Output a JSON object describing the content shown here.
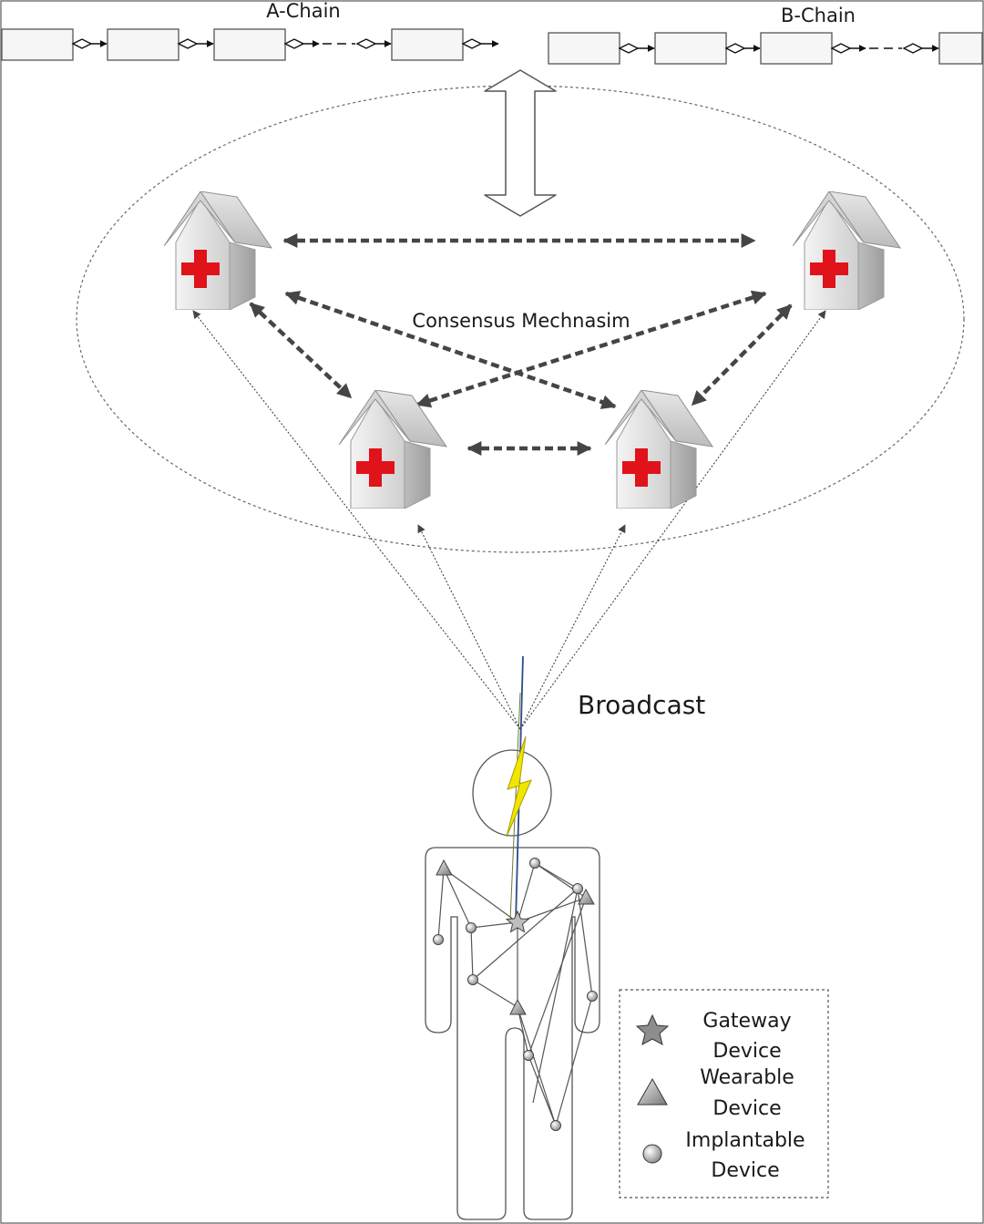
{
  "chains": {
    "a_label": "A-Chain",
    "b_label": "B-Chain"
  },
  "consensus": {
    "label": "Consensus Mechnasim"
  },
  "broadcast": {
    "label": "Broadcast"
  },
  "legend": {
    "items": [
      {
        "icon": "star-icon",
        "line1": "Gateway",
        "line2": "Device"
      },
      {
        "icon": "triangle-icon",
        "line1": "Wearable",
        "line2": "Device"
      },
      {
        "icon": "circle-icon",
        "line1": "Implantable",
        "line2": "Device"
      }
    ]
  },
  "colors": {
    "cross": "#e0121a",
    "house_wall": "#d9d9d9",
    "roof": "#c9c9c9",
    "link": "#454545",
    "lightning": "#f2e600"
  }
}
